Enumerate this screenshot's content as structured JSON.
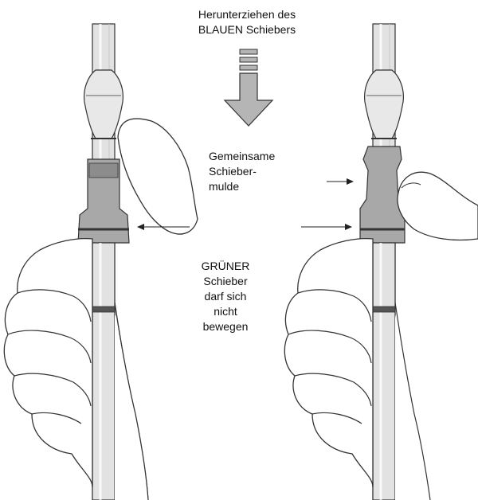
{
  "instruction": {
    "lines": [
      "Herunterziehen des",
      "BLAUEN Schiebers"
    ]
  },
  "common_groove": {
    "lines": [
      "Gemeinsame",
      "Schieber-",
      "mulde"
    ]
  },
  "green_slider": {
    "lines": [
      "GRÜNER",
      "Schieber",
      "darf sich",
      "nicht",
      "bewegen"
    ]
  },
  "colors": {
    "line": "#333333",
    "device": "#e2e2e2",
    "slider": "#a8a8a8",
    "slider_dark": "#8c8c8c",
    "hand": "#ffffff",
    "arrow": "#b5b5b5"
  }
}
